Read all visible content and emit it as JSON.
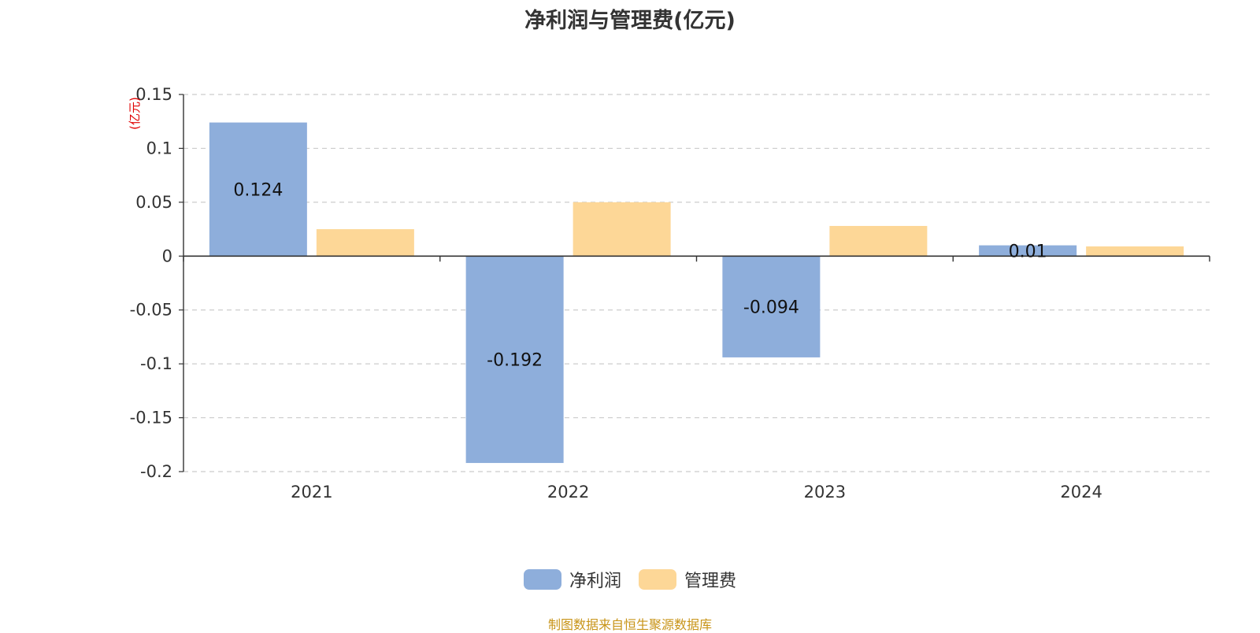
{
  "chart_data": {
    "type": "bar",
    "title": "净利润与管理费(亿元)",
    "ylabel": "(亿元)",
    "xlabel": "",
    "categories": [
      "2021",
      "2022",
      "2023",
      "2024"
    ],
    "series": [
      {
        "name": "净利润",
        "values": [
          0.124,
          -0.192,
          -0.094,
          0.01
        ],
        "color": "#8eaedb",
        "data_labels": [
          "0.124",
          "-0.192",
          "-0.094",
          "0.01"
        ]
      },
      {
        "name": "管理费",
        "values": [
          0.025,
          0.05,
          0.028,
          0.009
        ],
        "color": "#fdd797"
      }
    ],
    "ylim": [
      -0.2,
      0.15
    ],
    "yticks": [
      0.15,
      0.1,
      0.05,
      0,
      -0.05,
      -0.1,
      -0.15,
      -0.2
    ],
    "ytick_labels": [
      "0.15",
      "0.1",
      "0.05",
      "0",
      "-0.05",
      "-0.1",
      "-0.15",
      "-0.2"
    ],
    "grid": true,
    "legend": "bottom-center"
  },
  "source_note": "制图数据来自恒生聚源数据库",
  "colors": {
    "title": "#333333",
    "ylabel": "#e00000",
    "source": "#c89418",
    "grid": "#cccccc",
    "axis": "#333333"
  }
}
